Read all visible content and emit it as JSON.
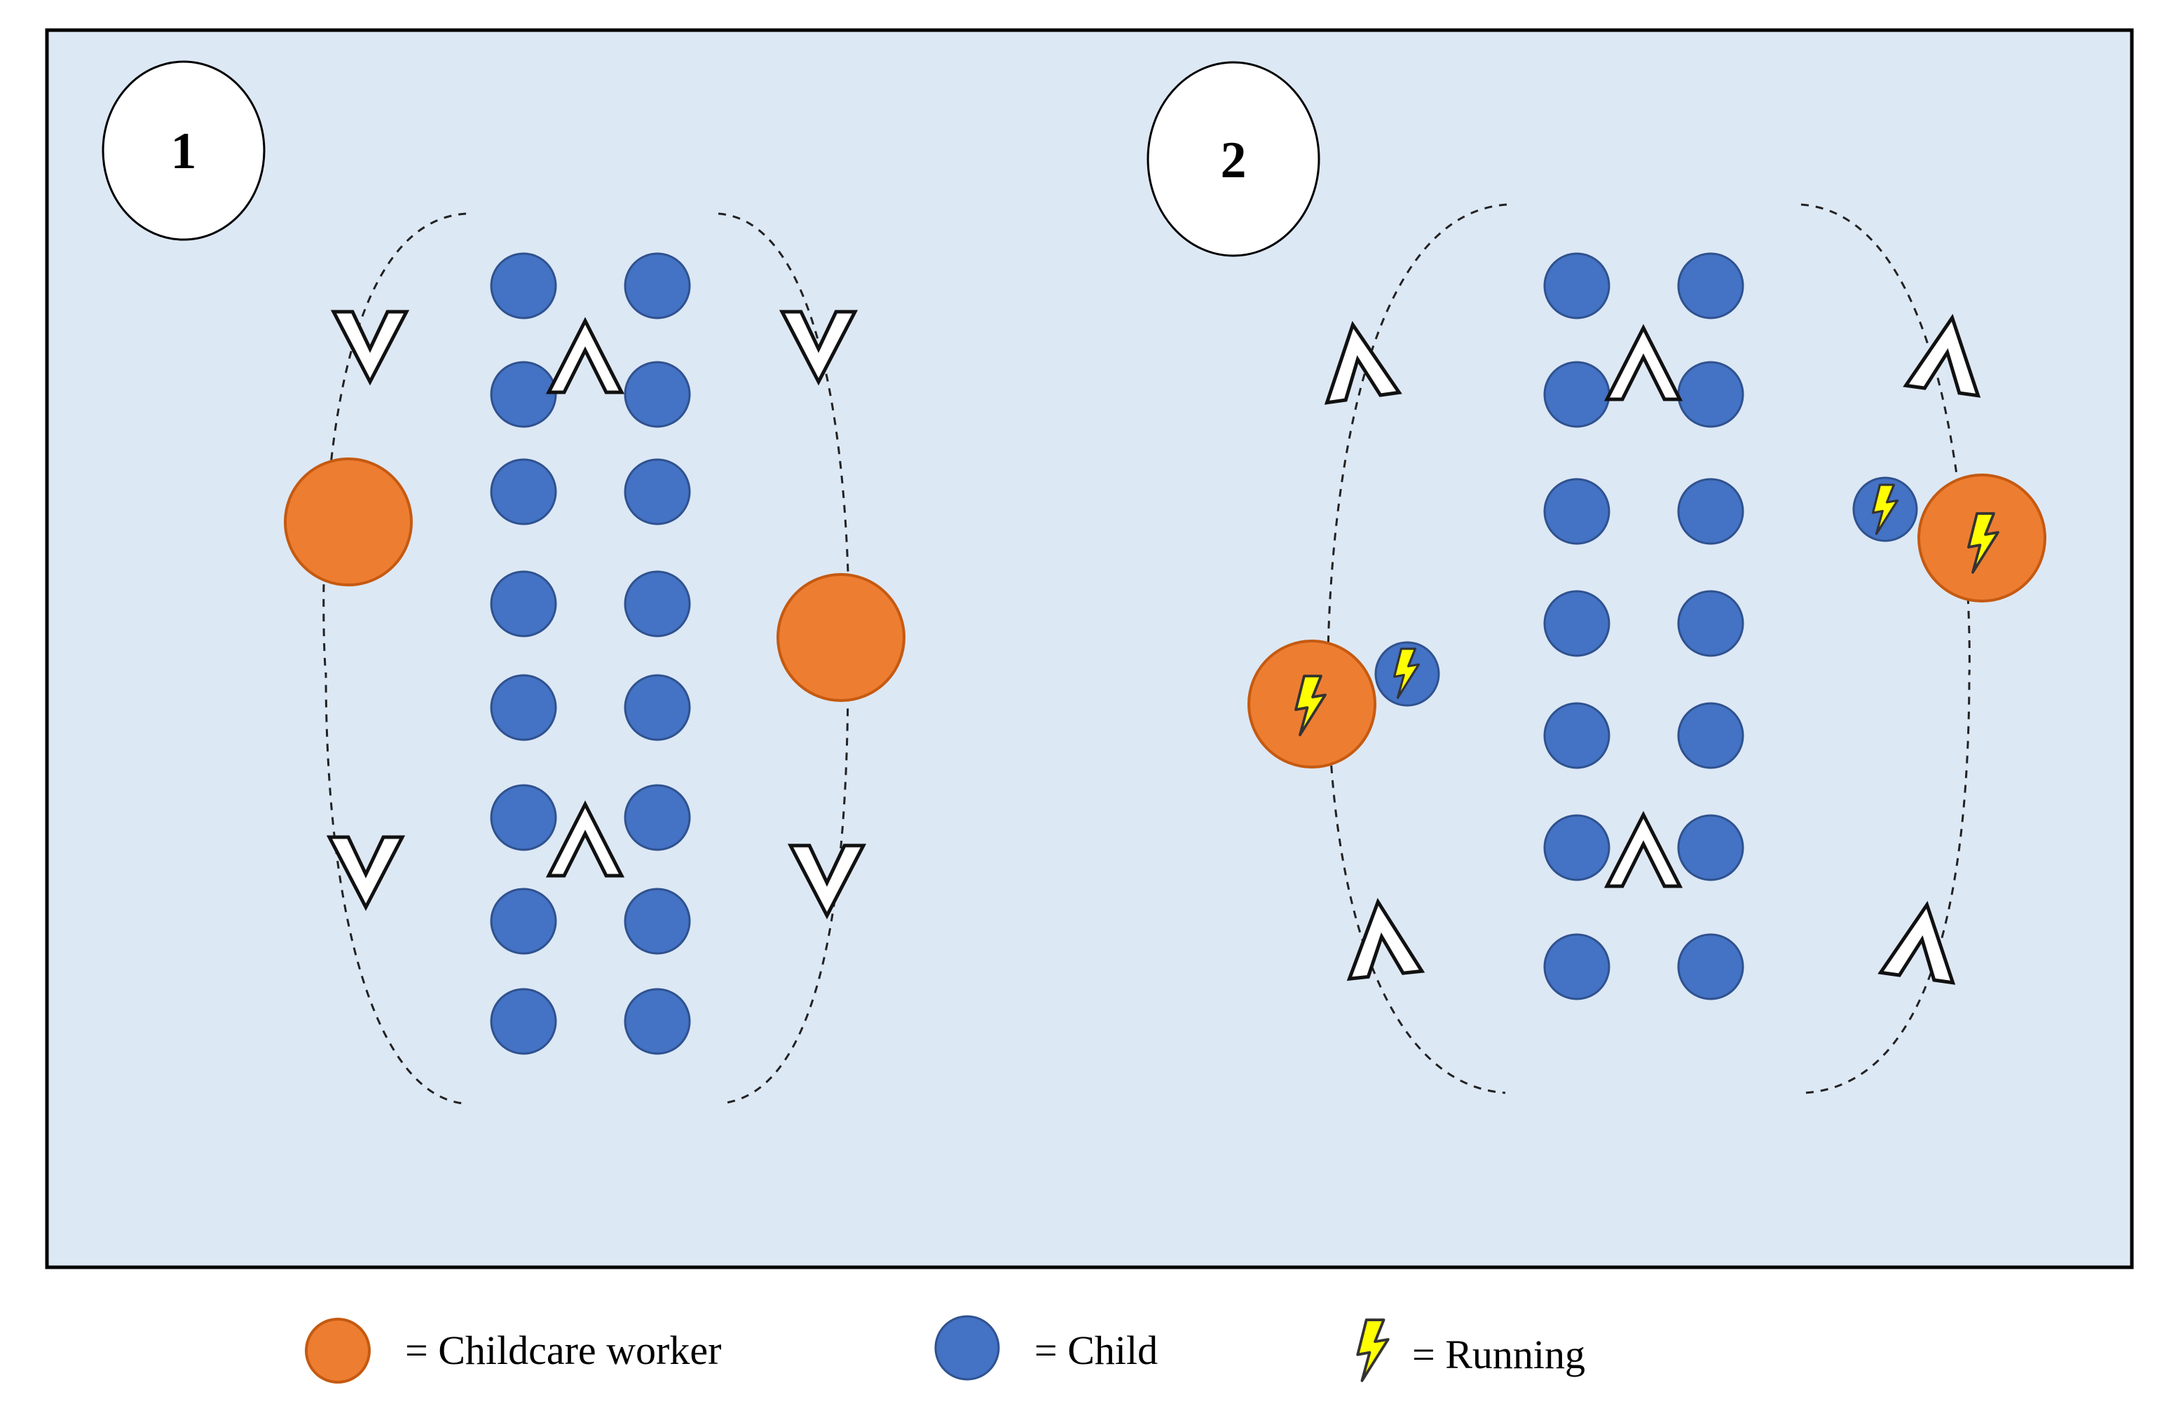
{
  "diagram": {
    "colors": {
      "field_background": "#dde8f5",
      "child": "#4472c4",
      "childcare_worker": "#ed7d31",
      "running_bolt": "#ffff00"
    },
    "panels": [
      {
        "label": "1"
      },
      {
        "label": "2"
      }
    ]
  },
  "legend": [
    {
      "icon": "orange-circle",
      "text": "= Childcare worker"
    },
    {
      "icon": "blue-circle",
      "text": "= Child"
    },
    {
      "icon": "lightning-bolt-icon",
      "text": "= Running"
    }
  ]
}
